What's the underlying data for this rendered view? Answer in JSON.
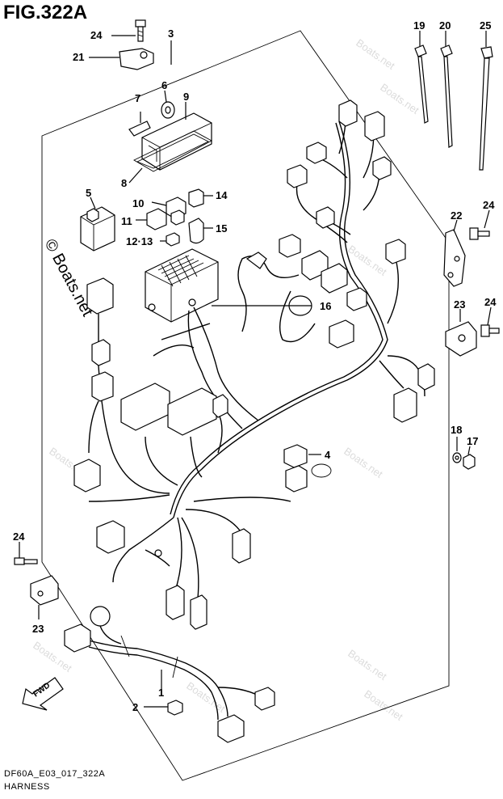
{
  "figure": {
    "title": "FIG.322A",
    "code": "DF60A_E03_017_322A",
    "caption": "HARNESS"
  },
  "watermark": {
    "text": "© Boats.net",
    "color": "#dcdcdc"
  },
  "arrow_label": "FWD",
  "callouts": [
    "24",
    "21",
    "3",
    "6",
    "9",
    "7",
    "8",
    "5",
    "10",
    "14",
    "11",
    "15",
    "12·13",
    "16",
    "4",
    "19",
    "20",
    "25",
    "22",
    "24",
    "23",
    "24",
    "18",
    "17",
    "24",
    "23",
    "1",
    "2"
  ]
}
